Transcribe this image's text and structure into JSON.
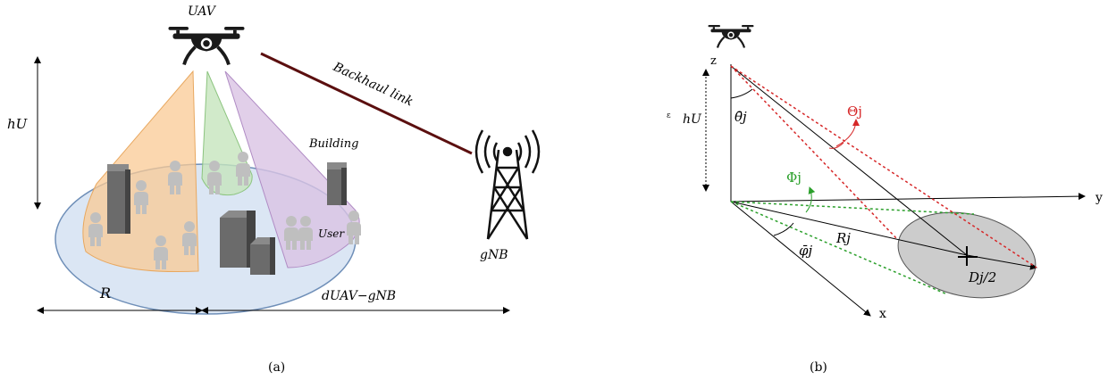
{
  "panel_a": {
    "uav_label": "UAV",
    "backhaul_label": "Backhaul link",
    "building_label": "Building",
    "user_label": "User",
    "gnb_label": "gNB",
    "height_label": "hU",
    "radius_label": "R",
    "distance_label": "dUAV−gNB",
    "caption": "(a)",
    "colors": {
      "beam_orange": "#f9c994",
      "beam_green": "#c5e5bd",
      "beam_purple": "#d9c3e4",
      "ground": "#dbe6f4",
      "backhaul": "#5b0f0f",
      "building": "#6b6b6b"
    }
  },
  "panel_b": {
    "z_axis": "z",
    "y_axis": "y",
    "x_axis": "x",
    "height_label": "hU",
    "theta_bar": "θ̄j",
    "Theta": "Θj",
    "Phi": "Φj",
    "phi_bar": "φ̄j",
    "R_label": "Rj",
    "D_label": "Dj/2",
    "tick_mark": "ε",
    "caption": "(b)",
    "colors": {
      "red": "#d62728",
      "green": "#2ca02c",
      "ellipse": "#cccccc"
    }
  }
}
